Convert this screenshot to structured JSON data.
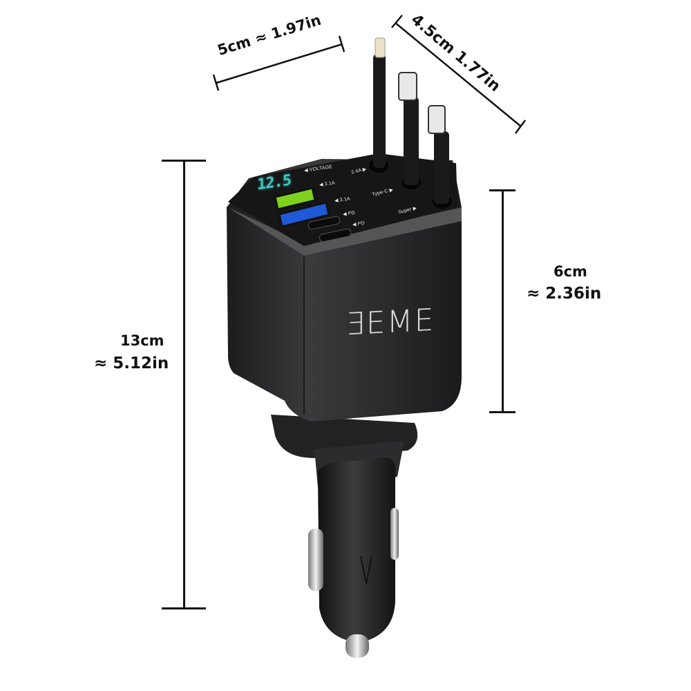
{
  "product": {
    "brand_logo": "ƎEME",
    "display_reading": "12.5",
    "port_labels": {
      "voltage": "◀ VOLTAGE",
      "usb_a_1": "◀ 3.1A",
      "usb_a_2": "◀ 3.1A",
      "pd_1": "◀ PD",
      "pd_2": "◀ PD",
      "cable_1": "2.4A ▶",
      "cable_2": "Type-C ▶",
      "cable_3": "Super ▶"
    },
    "colors": {
      "body": "#2b2b2d",
      "display": "#3ec8c0",
      "usb_green": "#7fd11e",
      "usb_blue": "#1e5ad8",
      "background": "#ffffff"
    }
  },
  "dimensions": {
    "top_width": "5cm ≈ 1.97in",
    "top_depth": "4.5cm 1.77in",
    "total_height_cm": "13cm",
    "total_height_in": "≈ 5.12in",
    "body_height_cm": "6cm",
    "body_height_in": "≈ 2.36in"
  }
}
